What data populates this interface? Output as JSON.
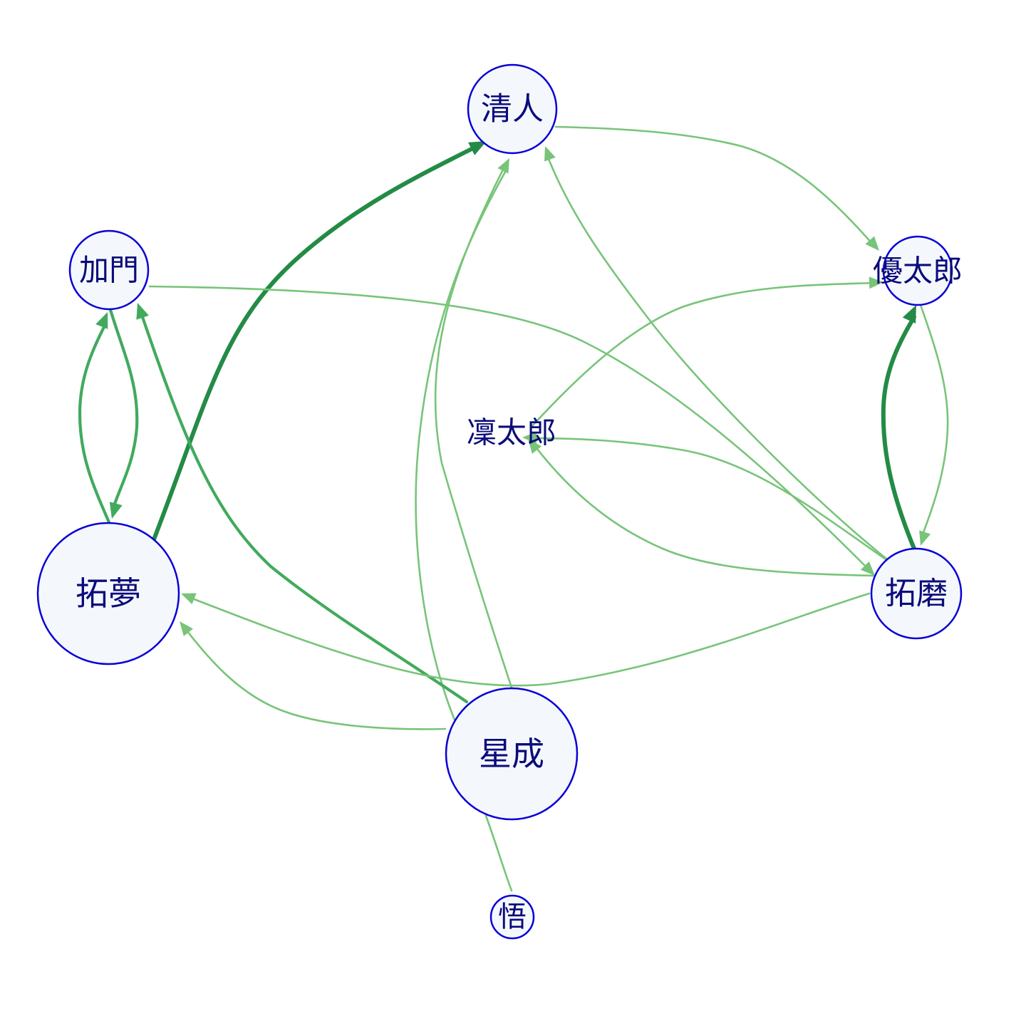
{
  "colors": {
    "node_fill": "#f4f8fd",
    "node_stroke": "#0a00d6",
    "label": "#0b0b7a",
    "edge_light": "#78c479",
    "edge_mid": "#41aa5d",
    "edge_dark": "#238b45"
  },
  "nodes": [
    {
      "id": "kiyoto",
      "label": "清人"
    },
    {
      "id": "kamon",
      "label": "加門"
    },
    {
      "id": "yutaro",
      "label": "優太郎"
    },
    {
      "id": "rintaro",
      "label": "凜太郎"
    },
    {
      "id": "takumu",
      "label": "拓夢"
    },
    {
      "id": "takuma",
      "label": "拓磨"
    },
    {
      "id": "seina",
      "label": "星成"
    },
    {
      "id": "satoru",
      "label": "悟"
    }
  ],
  "edges": [
    {
      "from": "takumu",
      "to": "kiyoto",
      "weight": 3
    },
    {
      "from": "kiyoto",
      "to": "yutaro",
      "weight": 1
    },
    {
      "from": "seina",
      "to": "kiyoto",
      "weight": 1
    },
    {
      "from": "seina",
      "to": "kiyoto",
      "weight": 1
    },
    {
      "from": "takuma",
      "to": "kiyoto",
      "weight": 1
    },
    {
      "from": "kamon",
      "to": "takumu",
      "weight": 2
    },
    {
      "from": "takumu",
      "to": "kamon",
      "weight": 2
    },
    {
      "from": "seina",
      "to": "kamon",
      "weight": 2
    },
    {
      "from": "kamon",
      "to": "takuma",
      "weight": 1
    },
    {
      "from": "takuma",
      "to": "yutaro",
      "weight": 3
    },
    {
      "from": "yutaro",
      "to": "takuma",
      "weight": 1
    },
    {
      "from": "rintaro",
      "to": "yutaro",
      "weight": 1
    },
    {
      "from": "takuma",
      "to": "rintaro",
      "weight": 1
    },
    {
      "from": "takuma",
      "to": "rintaro",
      "weight": 1
    },
    {
      "from": "takuma",
      "to": "takumu",
      "weight": 1
    },
    {
      "from": "seina",
      "to": "takumu",
      "weight": 1
    },
    {
      "from": "satoru",
      "to": "seina",
      "weight": 1
    }
  ]
}
